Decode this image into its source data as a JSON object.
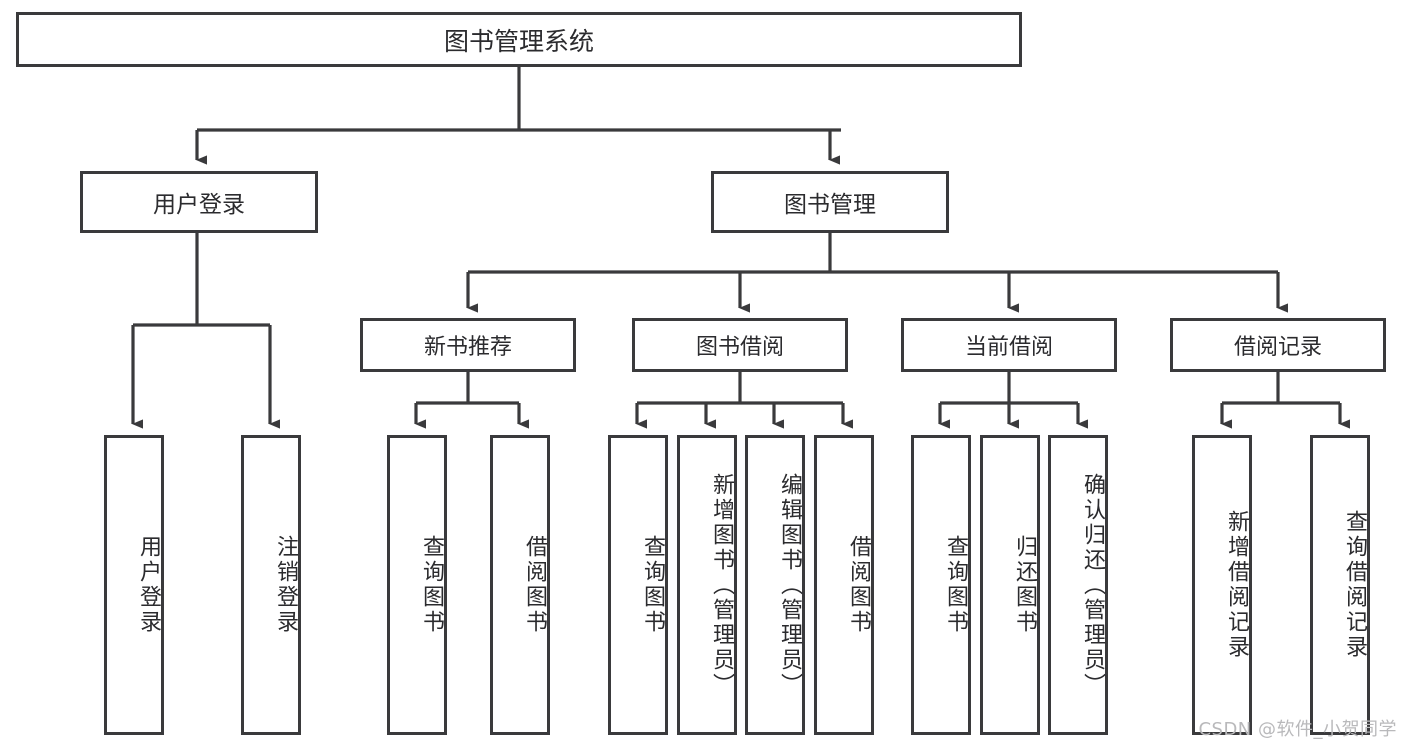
{
  "diagram": {
    "title": "图书管理系统",
    "root": {
      "label": "图书管理系统"
    },
    "level1": [
      {
        "label": "用户登录"
      },
      {
        "label": "图书管理"
      }
    ],
    "level2": [
      {
        "label": "新书推荐"
      },
      {
        "label": "图书借阅"
      },
      {
        "label": "当前借阅"
      },
      {
        "label": "借阅记录"
      }
    ],
    "leaves": {
      "user_login": [
        {
          "label": "用户登录"
        },
        {
          "label": "注销登录"
        }
      ],
      "new_book": [
        {
          "label": "查询图书"
        },
        {
          "label": "借阅图书"
        }
      ],
      "book_borrow": [
        {
          "label": "查询图书"
        },
        {
          "label": "新增图书（管理员）"
        },
        {
          "label": "编辑图书（管理员）"
        },
        {
          "label": "借阅图书"
        }
      ],
      "current_borrow": [
        {
          "label": "查询图书"
        },
        {
          "label": "归还图书"
        },
        {
          "label": "确认归还（管理员）"
        }
      ],
      "borrow_record": [
        {
          "label": "新增借阅记录"
        },
        {
          "label": "查询借阅记录"
        }
      ]
    }
  },
  "watermark": {
    "text": "CSDN @软件_小贺同学"
  },
  "colors": {
    "border": "#3a3a3c",
    "text": "#2b2b2e",
    "background": "#ffffff",
    "watermark": "#b9b9bb"
  }
}
